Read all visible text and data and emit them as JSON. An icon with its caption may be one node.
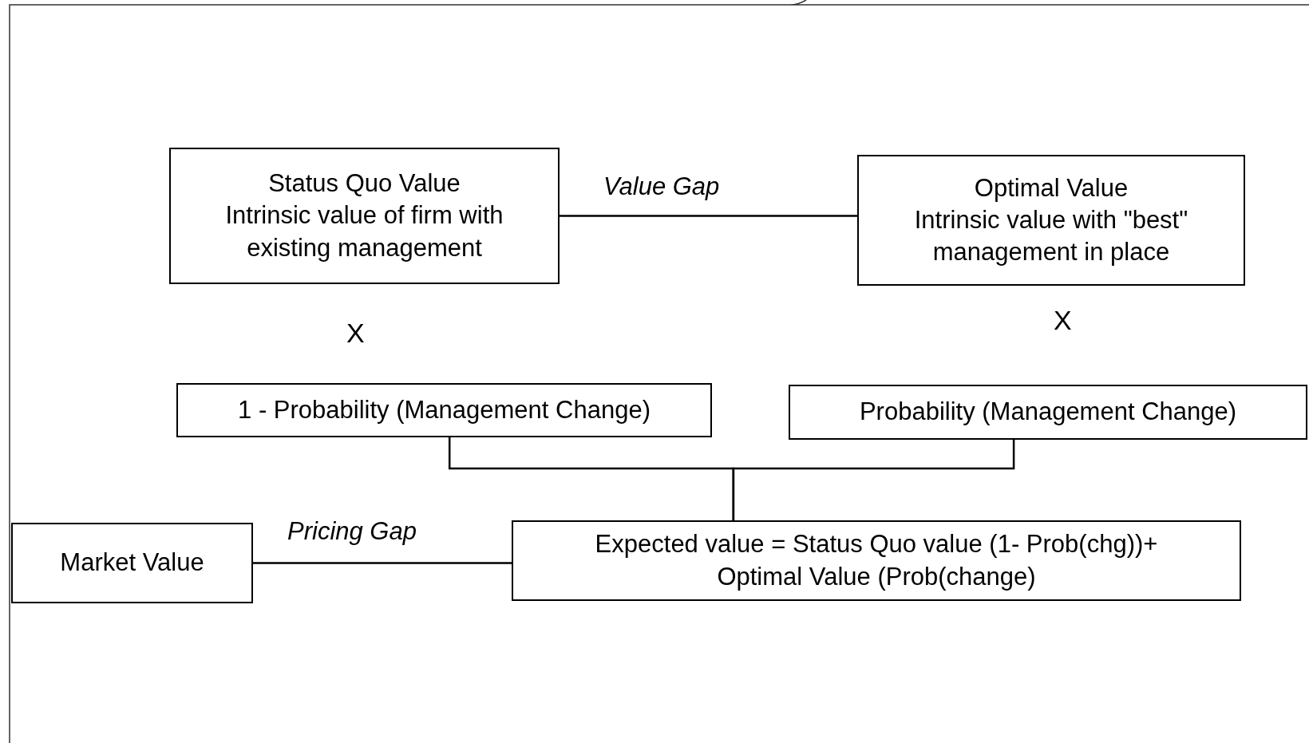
{
  "diagram": {
    "nodes": [
      {
        "text": [
          "Status Quo Value",
          "Intrinsic value of firm with existing management"
        ]
      },
      {
        "text": [
          "Optimal Value",
          "Intrinsic value with \"best\" management in place"
        ]
      },
      {
        "text": [
          "1 - Probability (Management Change)"
        ]
      },
      {
        "text": [
          "Probability (Management Change)"
        ]
      },
      {
        "text": [
          "Market Value"
        ]
      },
      {
        "text": [
          "Expected value = Status Quo value (1- Prob(chg))+ Optimal Value (Prob(change)"
        ]
      }
    ],
    "edges": [
      {
        "from": 0,
        "to": 1,
        "arrow": "none",
        "label": "Value Gap"
      },
      {
        "from": 2,
        "to": 5,
        "arrow": "none"
      },
      {
        "from": 3,
        "to": 5,
        "arrow": "none"
      },
      {
        "from": 4,
        "to": 5,
        "arrow": "none",
        "label": "Pricing Gap"
      }
    ],
    "labels": [
      "X",
      "X"
    ]
  }
}
